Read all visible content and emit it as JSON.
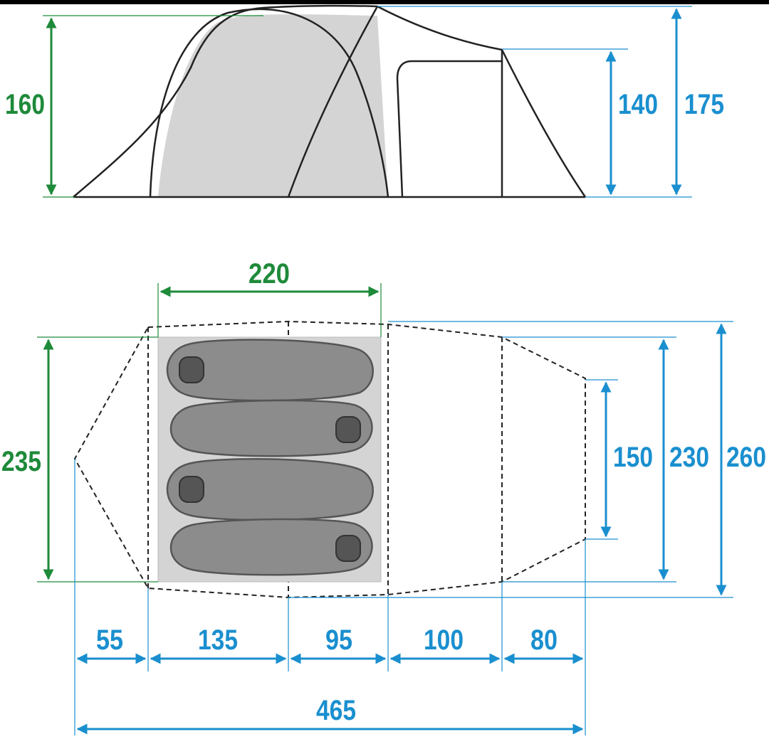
{
  "colors": {
    "green": "#1e8a3a",
    "blue": "#1a8fcf",
    "outline": "#222222",
    "inner_fill": "#d4d4d4",
    "bag_fill": "#8c8c8c",
    "bag_edge": "#555555"
  },
  "side_view": {
    "inner_height_label": "160",
    "vestibule_height_label": "140",
    "total_height_label": "175"
  },
  "top_view": {
    "inner_length_label": "220",
    "inner_width_label": "235",
    "vestibule_width_label": "150",
    "mid_width_label": "230",
    "total_width_label": "260",
    "segments": [
      "55",
      "135",
      "95",
      "100",
      "80"
    ],
    "total_length_label": "465",
    "sleeping_bags": 4
  }
}
